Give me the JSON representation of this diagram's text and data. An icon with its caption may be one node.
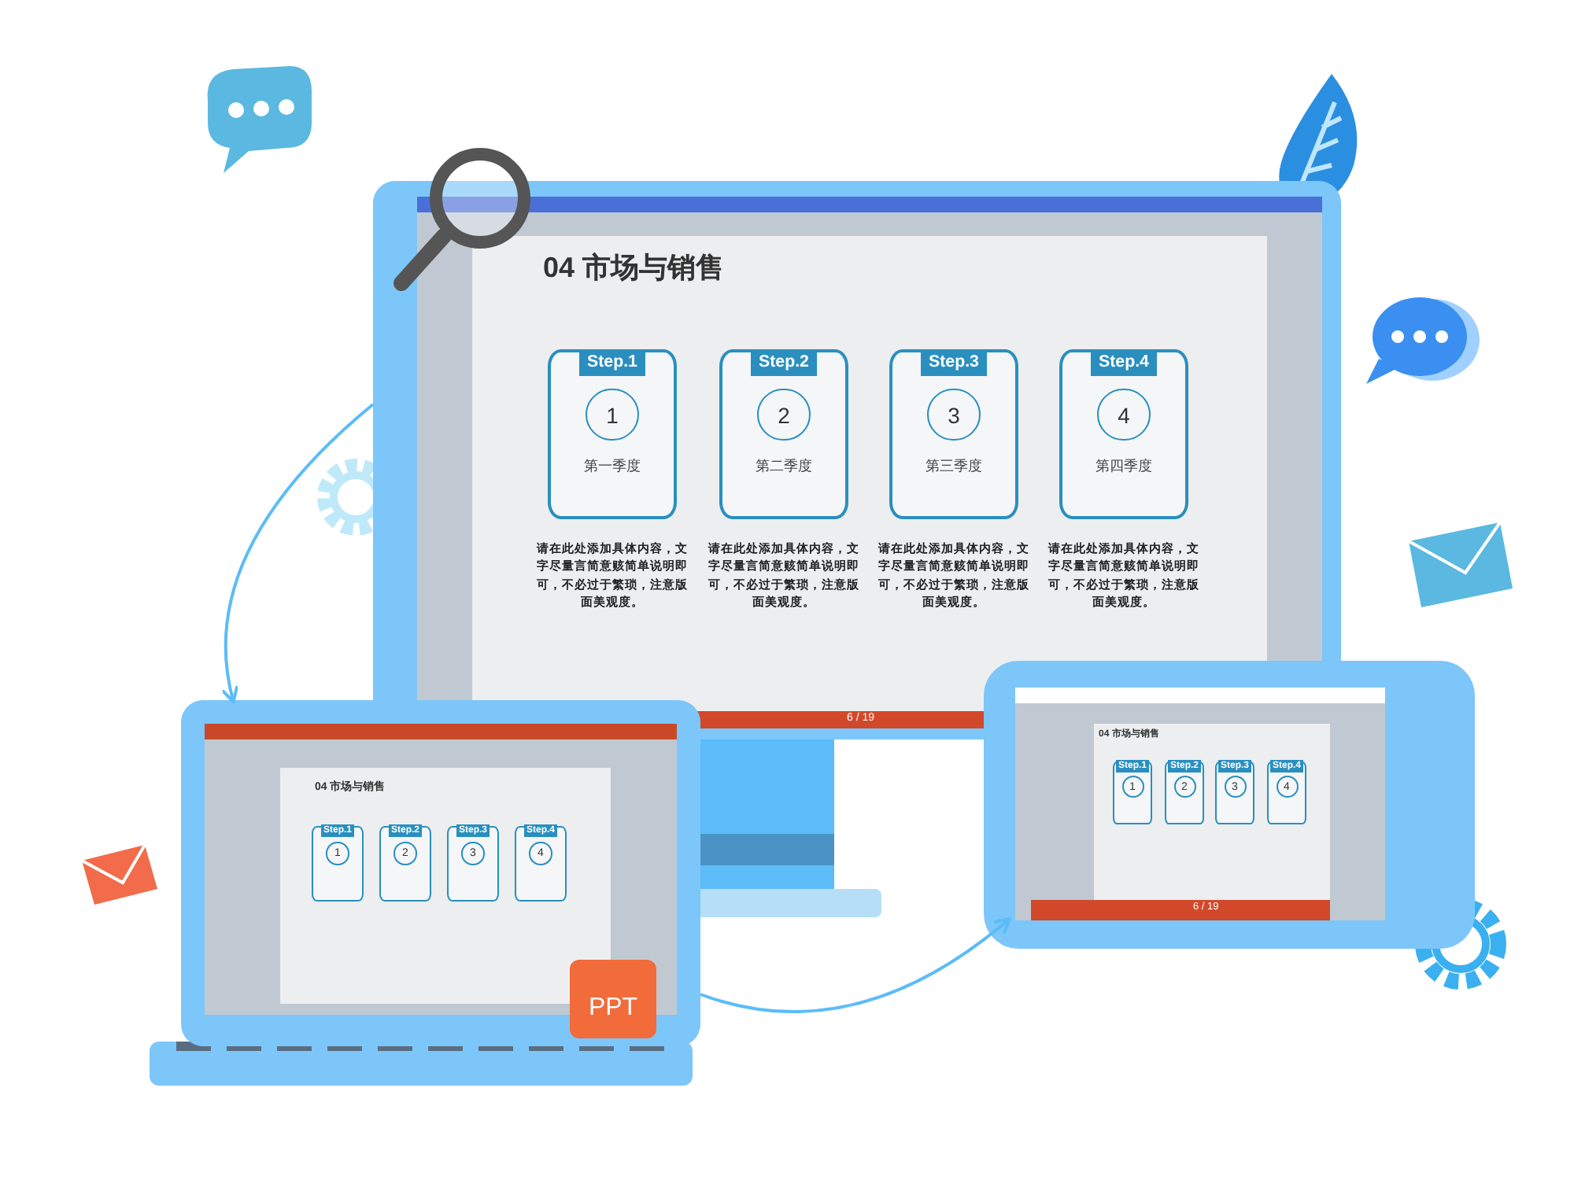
{
  "diagram": {
    "nodes": [
      {
        "text": [],
        "shape": "picture"
      },
      {
        "text": [
          "Step.1",
          "1",
          "第一季度"
        ],
        "in": 0,
        "beside": [
          "请在此处添加具体内容，文字尽量言简意赅简单说明即可，不必过于繁琐，注意版面美观度。"
        ]
      },
      {
        "text": [
          "Step.2",
          "2",
          "第二季度"
        ],
        "in": 0,
        "beside": [
          "请在此处添加具体内容，文字尽量言简意赅简单说明即可，不必过于繁琐，注意版面美观度。"
        ]
      },
      {
        "text": [
          "Step.3",
          "3",
          "第三季度"
        ],
        "in": 0,
        "beside": [
          "请在此处添加具体内容，文字尽量言简意赅简单说明即可，不必过于繁琐，注意版面美观度。"
        ]
      },
      {
        "text": [
          "Step.4",
          "4",
          "第四季度"
        ],
        "in": 0,
        "beside": [
          "请在此处添加具体内容，文字尽量言简意赅简单说明即可，不必过于繁琐，注意版面美观度。"
        ]
      },
      {
        "text": [],
        "shape": "picture"
      },
      {
        "text": [
          "Step.1",
          "1"
        ],
        "in": 5
      },
      {
        "text": [
          "Step.2",
          "2"
        ],
        "in": 5
      },
      {
        "text": [
          "Step.3",
          "3"
        ],
        "in": 5
      },
      {
        "text": [
          "Step.4",
          "4"
        ],
        "in": 5
      },
      {
        "text": [],
        "shape": "picture"
      },
      {
        "text": [
          "Step.1",
          "1"
        ],
        "in": 10
      },
      {
        "text": [
          "Step.2",
          "2"
        ],
        "in": 10
      },
      {
        "text": [
          "Step.3",
          "3"
        ],
        "in": 10
      },
      {
        "text": [
          "Step.4",
          "4"
        ],
        "in": 10
      },
      {
        "text": [
          "PPT"
        ],
        "in": 5
      }
    ],
    "edges": [
      {
        "from": 0,
        "to": 5,
        "arrow": "to"
      },
      {
        "from": 5,
        "to": 10,
        "arrow": "to"
      }
    ],
    "labels": [
      "04 市场与销售",
      "6 / 19",
      "04 市场与销售",
      "04 市场与销售",
      "6 / 19"
    ]
  }
}
